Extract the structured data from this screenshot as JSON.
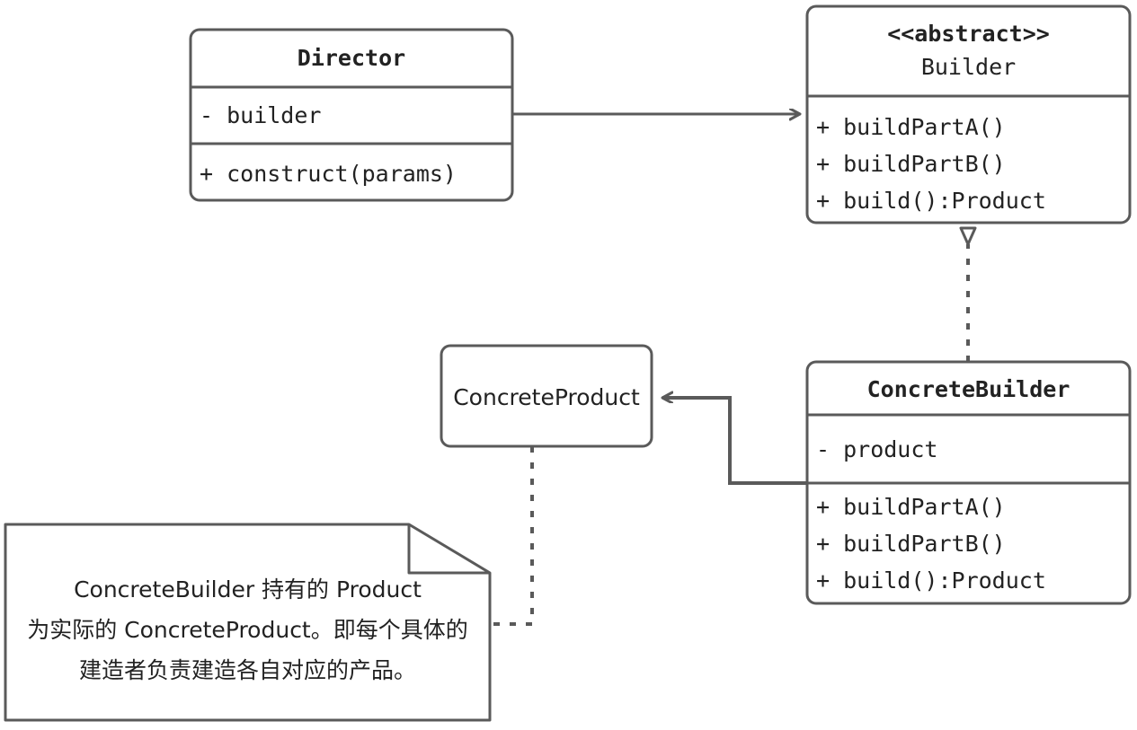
{
  "diagram": {
    "title": "Builder Pattern UML Class Diagram",
    "stroke_color": "#5a5a5a",
    "text_color": "#222222",
    "background_color": "#ffffff"
  },
  "classes": {
    "director": {
      "name": "Director",
      "attributes": [
        "- builder"
      ],
      "methods": [
        "+ construct(params)"
      ]
    },
    "builder": {
      "stereotype": "<<abstract>>",
      "name": "Builder",
      "methods": [
        "+ buildPartA()",
        "+ buildPartB()",
        "+ build():Product"
      ]
    },
    "concrete_builder": {
      "name": "ConcreteBuilder",
      "attributes": [
        "- product"
      ],
      "methods": [
        "+ buildPartA()",
        "+ buildPartB()",
        "+ build():Product"
      ]
    },
    "concrete_product": {
      "name": "ConcreteProduct"
    }
  },
  "note": {
    "lines": [
      "ConcreteBuilder 持有的 Product",
      "为实际的 ConcreteProduct。即每个具体的",
      "建造者负责建造各自对应的产品。"
    ]
  },
  "connectors": [
    {
      "name": "director-to-builder",
      "from": "Director",
      "to": "Builder",
      "style": "solid",
      "arrowhead": "open-v",
      "relationship": "association"
    },
    {
      "name": "concretebuilder-to-builder",
      "from": "ConcreteBuilder",
      "to": "Builder",
      "style": "dashed",
      "arrowhead": "hollow-triangle",
      "relationship": "realization"
    },
    {
      "name": "concretebuilder-to-concreteproduct",
      "from": "ConcreteBuilder",
      "to": "ConcreteProduct",
      "style": "solid",
      "arrowhead": "open-v",
      "relationship": "dependency"
    },
    {
      "name": "note-to-concreteproduct",
      "from": "note",
      "to": "ConcreteProduct",
      "style": "dashed",
      "arrowhead": "none",
      "relationship": "note-anchor"
    }
  ]
}
